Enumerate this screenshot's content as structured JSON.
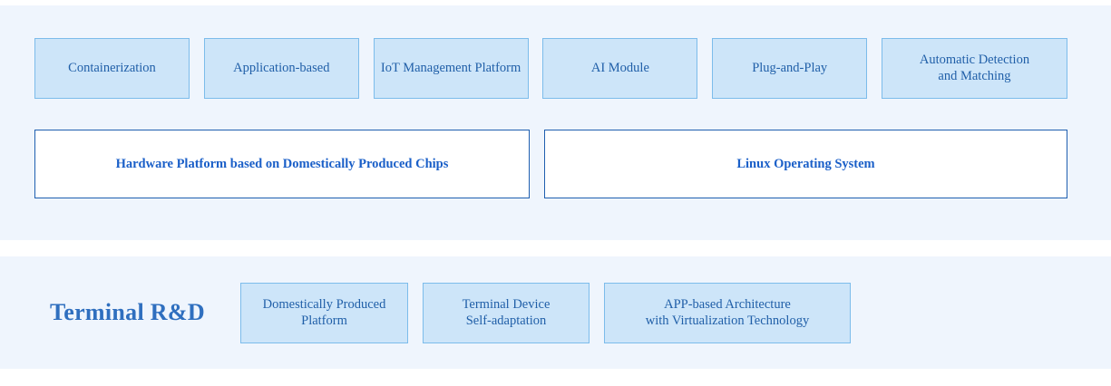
{
  "colors": {
    "page_background": "#ffffff",
    "panel_background": "#eff5fd",
    "chip_fill": "#cde5f9",
    "chip_border": "#7cbceb",
    "chip_text": "#205fa8",
    "foundation_fill": "#ffffff",
    "foundation_border": "#1f5fb0",
    "foundation_text": "#1a5fc8",
    "section_label_text": "#2f6fbf"
  },
  "top_panel": {
    "capabilities": [
      {
        "label": "Containerization"
      },
      {
        "label": "Application-based"
      },
      {
        "label": "IoT Management Platform"
      },
      {
        "label": "AI Module"
      },
      {
        "label": "Plug-and-Play"
      },
      {
        "label": "Automatic Detection\nand Matching"
      }
    ],
    "foundations": [
      {
        "label": "Hardware Platform based on Domestically Produced Chips"
      },
      {
        "label": "Linux Operating System"
      }
    ]
  },
  "bottom_panel": {
    "section_label": "Terminal R&D",
    "items": [
      {
        "label": "Domestically Produced\nPlatform"
      },
      {
        "label": "Terminal Device\nSelf-adaptation"
      },
      {
        "label": "APP-based Architecture\nwith Virtualization Technology"
      }
    ]
  }
}
